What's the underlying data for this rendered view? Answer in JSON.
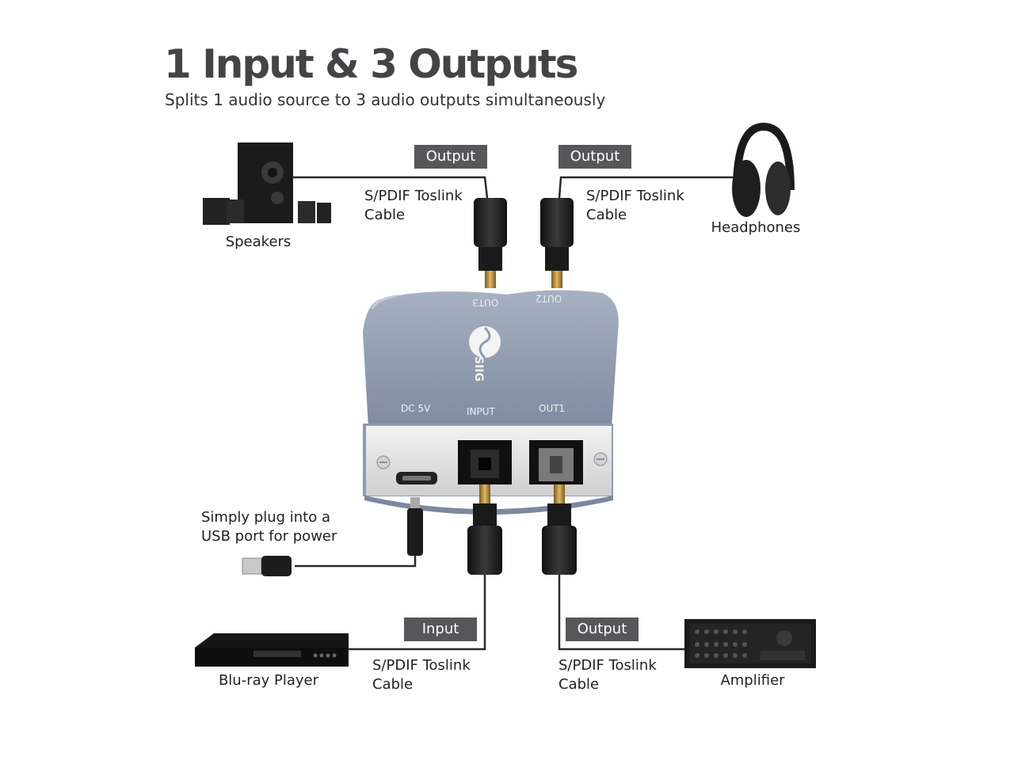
{
  "header": {
    "title": "1 Input & 3 Outputs",
    "subtitle": "Splits 1 audio source to 3 audio outputs simultaneously"
  },
  "tags": {
    "output_top_left": "Output",
    "output_top_right": "Output",
    "input_bottom": "Input",
    "output_bottom": "Output"
  },
  "labels": {
    "cable_top_left": [
      "S/PDIF Toslink",
      "Cable"
    ],
    "cable_top_right": [
      "S/PDIF Toslink",
      "Cable"
    ],
    "cable_bottom_left": [
      "S/PDIF Toslink",
      "Cable"
    ],
    "cable_bottom_right": [
      "S/PDIF Toslink",
      "Cable"
    ],
    "usb_power": [
      "Simply plug into a",
      "USB port for power"
    ]
  },
  "devices": {
    "speakers": "Speakers",
    "headphones": "Headphones",
    "bluray": "Blu-ray Player",
    "amplifier": "Amplifier"
  },
  "splitter": {
    "port_labels": {
      "out3": "OUT3",
      "out2": "OUT2",
      "dc": "DC 5V",
      "input": "INPUT",
      "out1": "OUT1"
    },
    "brand": "SIIG"
  },
  "colors": {
    "tag_bg": "#57575a",
    "box_blue_gray": "#8e9bb0",
    "cable": "#2a2a2a"
  }
}
